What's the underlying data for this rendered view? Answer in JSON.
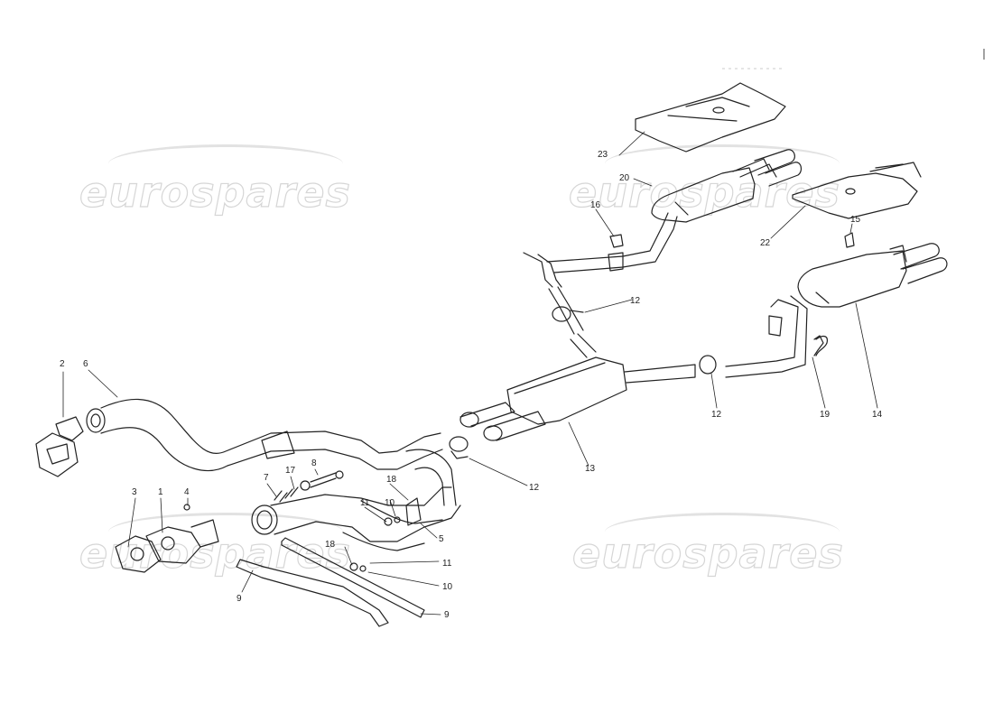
{
  "watermark": {
    "text": "eurospares",
    "color": "#d6d6d6"
  },
  "callouts": [
    {
      "id": "c1",
      "label": "1"
    },
    {
      "id": "c2",
      "label": "2"
    },
    {
      "id": "c3",
      "label": "3"
    },
    {
      "id": "c4",
      "label": "4"
    },
    {
      "id": "c5",
      "label": "5"
    },
    {
      "id": "c6",
      "label": "6"
    },
    {
      "id": "c7",
      "label": "7"
    },
    {
      "id": "c8",
      "label": "8"
    },
    {
      "id": "c9a",
      "label": "9"
    },
    {
      "id": "c9b",
      "label": "9"
    },
    {
      "id": "c10a",
      "label": "10"
    },
    {
      "id": "c10b",
      "label": "10"
    },
    {
      "id": "c11a",
      "label": "11"
    },
    {
      "id": "c11b",
      "label": "11"
    },
    {
      "id": "c12a",
      "label": "12"
    },
    {
      "id": "c12b",
      "label": "12"
    },
    {
      "id": "c12c",
      "label": "12"
    },
    {
      "id": "c13",
      "label": "13"
    },
    {
      "id": "c14",
      "label": "14"
    },
    {
      "id": "c15",
      "label": "15"
    },
    {
      "id": "c16",
      "label": "16"
    },
    {
      "id": "c17",
      "label": "17"
    },
    {
      "id": "c18a",
      "label": "18"
    },
    {
      "id": "c18b",
      "label": "18"
    },
    {
      "id": "c19",
      "label": "19"
    },
    {
      "id": "c20",
      "label": "20"
    },
    {
      "id": "c22",
      "label": "22"
    },
    {
      "id": "c23",
      "label": "23"
    }
  ]
}
